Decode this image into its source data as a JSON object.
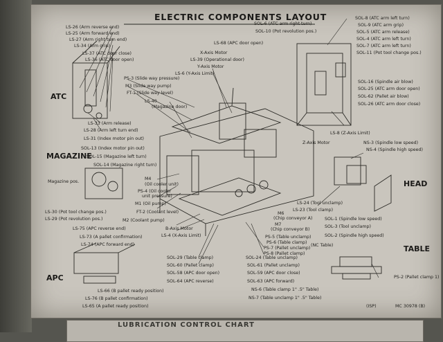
{
  "title": "ELECTRIC COMPONENTS LAYOUT",
  "sections": {
    "atc": "ATC",
    "magazine": "MAGAZINE",
    "apc": "APC",
    "head": "HEAD",
    "table": "TABLE"
  },
  "left_top_labels": [
    "LS-26 (Arm reverse end)",
    "LS-25 (Arm forward end)",
    "LS-27 (Arm right turn end)",
    "LS-34 (Arm grip)",
    "LS-37 (ATC door close)",
    "LS-36 (ATC door open)"
  ],
  "atc_lower_labels": [
    "LS-33 (Arm release)",
    "LS-28 (Arm left turn end)"
  ],
  "magazine_labels": [
    "LS-31 (Index motor pin out)",
    "SOL-13 (Index motor pin out)",
    "SOL-15 (Magazine left turn)",
    "SOL-14 (Magazine right turn)"
  ],
  "magazine_side_labels": [
    "Magazine pos.",
    "LS-30 (Pot tool change pos.)",
    "LS-29 (Pot revolution pos.)"
  ],
  "center_top_labels": [
    "PS-3 (Slide way pressure)",
    "M3 (Slide way pump)",
    "FT-1 (Slide way level)",
    "LS-40",
    "(Magazine door)"
  ],
  "center_motor_labels": [
    "LS-68 (APC door open)",
    "X-Axis Motor",
    "LS-39 (Operational door)",
    "Y-Axis Motor",
    "LS-6 (Y-Axis Limit)"
  ],
  "oil_labels": [
    "M4",
    "(Oil cooler unit)",
    "PS-4 (Oil cooler",
    "unit pressure)",
    "M1 (Oil pump)",
    "FT-2 (Coolant level)",
    "M2 (Coolant pump)"
  ],
  "center_low_labels": [
    "B-Axis Motor",
    "LS-4 (X-Axis Limit)"
  ],
  "apc_labels": [
    "LS-75 (APC reverse end)",
    "LS-73 (A pallet confirmation)",
    "LS-74 (APC forward end)",
    "LS-66 (B pallet ready position)",
    "LS-76 (B pallet confirmation)",
    "LS-65 (A pallet ready position)"
  ],
  "bottom_center_labels": [
    "SOL-29 (Table clamp)",
    "SOL-60 (Pallet clamp)",
    "SOL-58 (APC door open)",
    "SOL-64 (APC reverse)"
  ],
  "bottom_right_labels": [
    "SOL-24 (Table unclamp)",
    "SOL-61 (Pallet unclamp)",
    "SOL-59 (APC door close)",
    "SOL-63 (APC forward)",
    "NS-6 (Table clamp 1\" .5\" Table)",
    "NS-7 (Table unclamp 1\" .5\" Table)"
  ],
  "conveyor_labels": [
    "M6",
    "(Chip conveyor A)",
    "M7",
    "(Chip conveyor B)",
    "PS-5 (Table unclamp)",
    "PS-6 (Table clamp)",
    "PS-7 (Pallet unclamp)",
    "PS-8 (Pallet clamp)",
    "(NC Table)"
  ],
  "head_labels": [
    "LS-24 (Tool unclamp)",
    "LS-23 (Tool clamp)",
    "SOL-1 (Spindle low speed)",
    "SOL-3 (Tool unclamp)",
    "SOL-2 (Spindle high speed)"
  ],
  "right_top_labels": [
    "SOL-6 (ATC arm right turn)",
    "SOL-10 (Pot revolution pos.)"
  ],
  "right_side_labels": [
    "SOL-8 (ATC arm left turn)",
    "SOL-9 (ATC arm grip)",
    "SOL-5 (ATC arm release)",
    "SOL-4 (ATC arm left turn)",
    "SOL-7 (ATC arm left turn)",
    "SOL-11 (Pot tool change pos.)"
  ],
  "right_mid_labels": [
    "SOL-16 (Spindle air blow)",
    "SOL-25 (ATC arm door open)",
    "SOL-62 (Pallet air blow)",
    "SOL-26 (ATC arm door close)"
  ],
  "z_axis_labels": [
    "LS-8 (Z-Axis Limit)",
    "Z-Axis Motor",
    "NS-3 (Spindle low speed)",
    "NS-4 (Spindle high speed)"
  ],
  "table_label": "PS-2 (Pallet clamp 1)",
  "footer_code": "(ISP)",
  "footer_part": "MC 30978 (B)",
  "bottom_plate_text": "LUBRICATION CONTROL CHART"
}
